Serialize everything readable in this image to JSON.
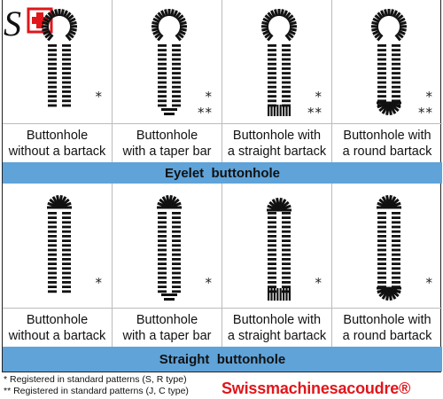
{
  "logo": {
    "text": "S",
    "brand_color": "#e0161b"
  },
  "sections": [
    {
      "title": "Eyelet  buttonhole",
      "items": [
        {
          "line1": "Buttonhole",
          "line2": "without a bartack",
          "marks": "*",
          "shape": "eyelet-plain"
        },
        {
          "line1": "Buttonhole",
          "line2": "with a taper bar",
          "marks": "*",
          "marks2": "**",
          "shape": "eyelet-taper"
        },
        {
          "line1": "Buttonhole with",
          "line2": "a straight bartack",
          "marks": "*",
          "marks2": "**",
          "shape": "eyelet-straight"
        },
        {
          "line1": "Buttonhole with",
          "line2": "a round bartack",
          "marks": "*",
          "marks2": "**",
          "shape": "eyelet-round"
        }
      ]
    },
    {
      "title": "Straight  buttonhole",
      "items": [
        {
          "line1": "Buttonhole",
          "line2": "without a bartack",
          "marks": "*",
          "shape": "straight-plain"
        },
        {
          "line1": "Buttonhole",
          "line2": "with a taper bar",
          "marks": "*",
          "shape": "straight-taper"
        },
        {
          "line1": "Buttonhole with",
          "line2": "a straight bartack",
          "marks": "*",
          "shape": "straight-straight"
        },
        {
          "line1": "Buttonhole with",
          "line2": "a round bartack",
          "marks": "*",
          "shape": "straight-round"
        }
      ]
    }
  ],
  "legend": {
    "line1": "* Registered in standard patterns (S, R type)",
    "line2": "** Registered in standard patterns (J, C type)"
  },
  "brand": {
    "name": "Swissmachinesacoudre®",
    "color": "#e0161b"
  }
}
